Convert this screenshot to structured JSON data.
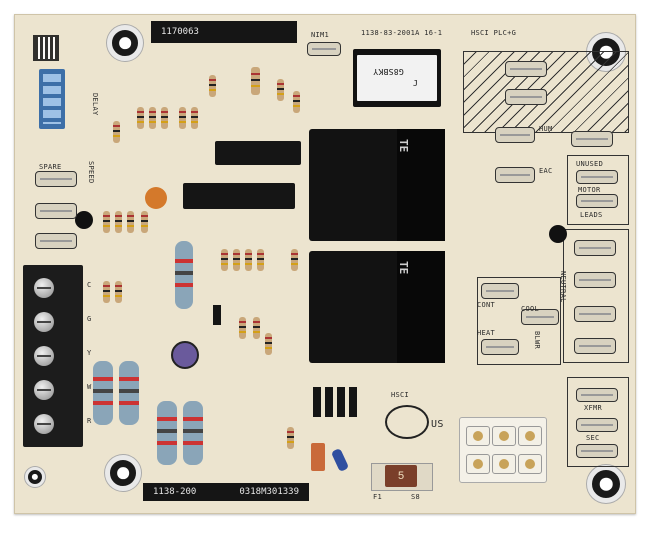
{
  "board": {
    "part_number_label": "1170063",
    "top_part_code": "1138-83-2001A 16-1",
    "top_right_code": "HSCI PLC+G",
    "bottom_code_1": "1138-200",
    "bottom_code_2": "0318M301339",
    "nim1_label": "NIM1",
    "delay_label": "DELAY",
    "speed_label": "SPEED",
    "spare_label": "SPARE",
    "xfmr_label": "XFMR",
    "sec_label": "SEC",
    "unused_label": "UNUSED",
    "motor_label": "MOTOR",
    "leads_label": "LEADS",
    "neutral_label": "NEUTRAL",
    "cont_label": "CONT",
    "cool_label": "COOL",
    "heat_label": "HEAT",
    "blwr_label": "BLWR",
    "hum_label": "HUM",
    "eac_label": "EAC",
    "hsci_label": "HSCI",
    "us_mark": "US",
    "fuse_rating": "5",
    "fuse_labels": [
      "F1",
      "S8"
    ],
    "relay_brand": "TE",
    "terminal_labels": [
      "C",
      "G",
      "Y",
      "W",
      "R"
    ],
    "relay_small_label": "J",
    "relay_small_brand": "G8SBKY"
  }
}
